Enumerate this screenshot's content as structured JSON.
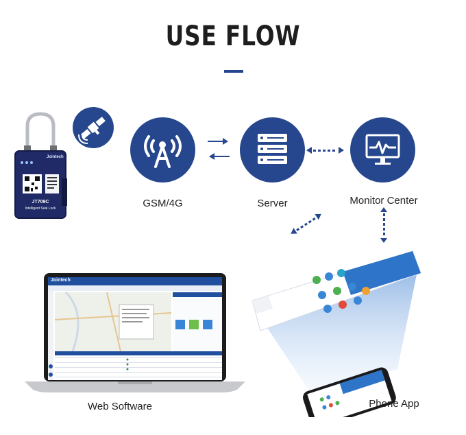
{
  "title": "USE FLOW",
  "device": {
    "brand": "Jointech",
    "model": "JT709C",
    "caption": "Intelligent Seal Lock"
  },
  "nodes": {
    "gsm": "GSM/4G",
    "server": "Server",
    "monitor": "Monitor Center",
    "web": "Web Software",
    "phone": "Phone App"
  },
  "software": {
    "brand": "Jointech"
  },
  "colors": {
    "primary": "#26478e",
    "accent_blue": "#3a86d6",
    "text": "#222222"
  },
  "icons": [
    "satellite-icon",
    "tower-icon",
    "server-icon",
    "monitor-icon"
  ]
}
